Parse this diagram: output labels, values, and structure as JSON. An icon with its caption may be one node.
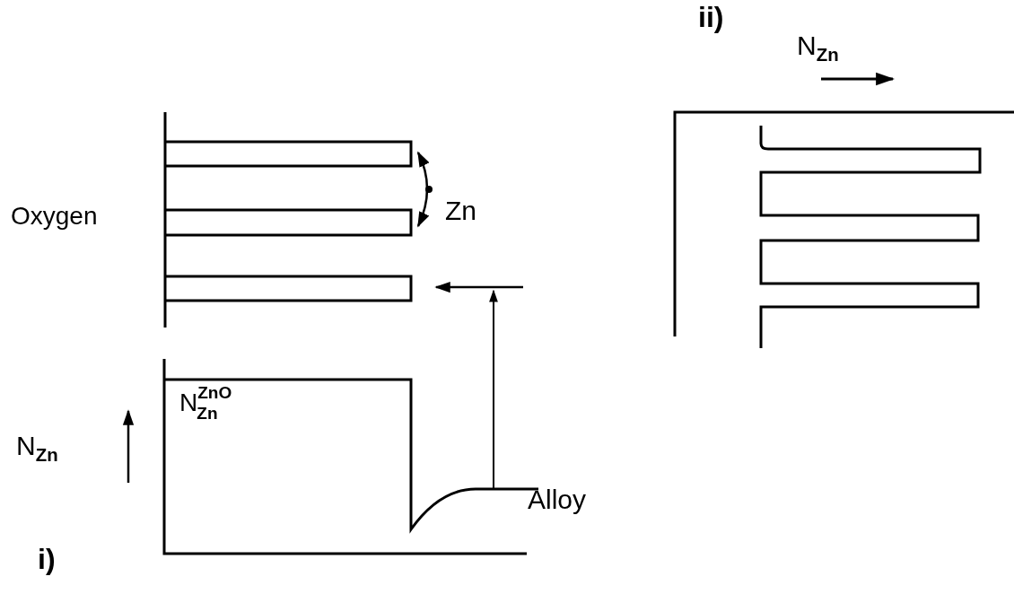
{
  "diagram": {
    "labels": [
      "ii)",
      "N$_{Zn}$",
      "Zn",
      "Oxygen",
      "N$^{ZnO}$$_{Zn}$",
      "N$_{Zn}$",
      "Alloy",
      "i)"
    ]
  }
}
